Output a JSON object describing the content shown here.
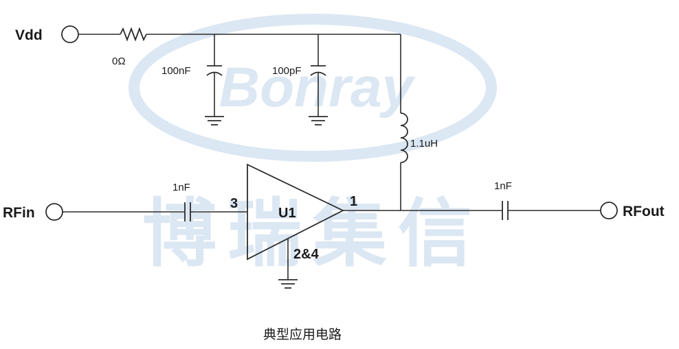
{
  "watermark": {
    "logo_text": "Bonray",
    "brand_text": "博瑞集信",
    "color": "#dbe7f3"
  },
  "ports": {
    "vdd": "Vdd",
    "rf_in": "RFin",
    "rf_out": "RFout"
  },
  "components": {
    "resistor": "0Ω",
    "cap_bypass_large": "100nF",
    "cap_bypass_small": "100pF",
    "inductor": "1.1uH",
    "cap_input": "1nF",
    "cap_output": "1nF"
  },
  "amplifier": {
    "ref": "U1",
    "pin_in": "3",
    "pin_out": "1",
    "pin_gnd": "2&4"
  },
  "caption": "典型应用电路",
  "colors": {
    "line": "#2b2b2b",
    "text": "#1a1a1a"
  }
}
